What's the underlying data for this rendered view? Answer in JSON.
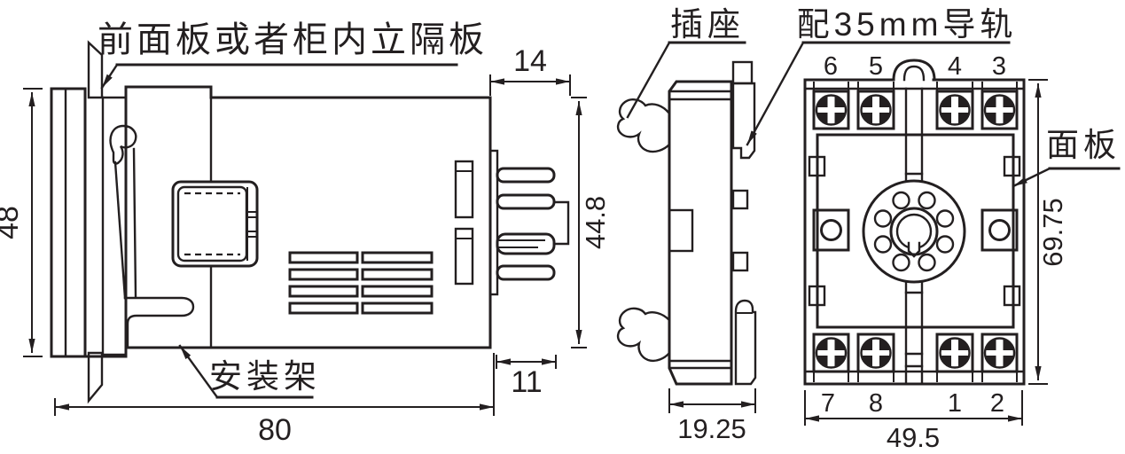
{
  "title": "relay-and-socket-dimension-drawing",
  "colors": {
    "ink": "#231f20",
    "background": "#ffffff"
  },
  "labels": {
    "front_panel": "前面板或者柜内立隔板",
    "mounting_bracket": "安装架",
    "socket": "插座",
    "din_rail": "配35mm导轨",
    "panel": "面板"
  },
  "dimensions": {
    "device_height": "48",
    "device_length": "80",
    "bezel_depth": "14",
    "rear_height": "44.8",
    "pin_length": "11",
    "socket_depth": "19.25",
    "socket_width": "49.5",
    "socket_height": "69.75"
  },
  "terminals": {
    "top": [
      "6",
      "5",
      "4",
      "3"
    ],
    "bottom": [
      "7",
      "8",
      "1",
      "2"
    ]
  }
}
